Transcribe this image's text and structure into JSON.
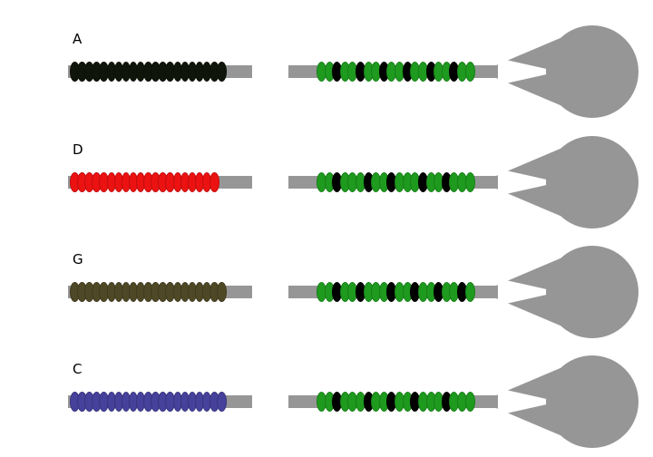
{
  "figure": {
    "background": "#ffffff",
    "rail_color": "#969696",
    "green_bead_color": "#1e9a1e",
    "black_bead_color": "#000000",
    "rows": [
      {
        "label": "A",
        "left_beads": {
          "color": "#10150a",
          "count": 21
        },
        "right_pattern": "GGBGGBGGBGGBGGBGGBGG"
      },
      {
        "label": "D",
        "left_beads": {
          "color": "#ec1212",
          "count": 20
        },
        "right_pattern": "GGBGGGBGGBGGGBGGBGGG"
      },
      {
        "label": "G",
        "left_beads": {
          "color": "#4f4827",
          "count": 21
        },
        "right_pattern": "GGBGGBGGGBGGBGGBGGBG"
      },
      {
        "label": "C",
        "left_beads": {
          "color": "#46419b",
          "count": 21
        },
        "right_pattern": "GGBGGGBGGBGGBGGGBGGG"
      }
    ]
  }
}
